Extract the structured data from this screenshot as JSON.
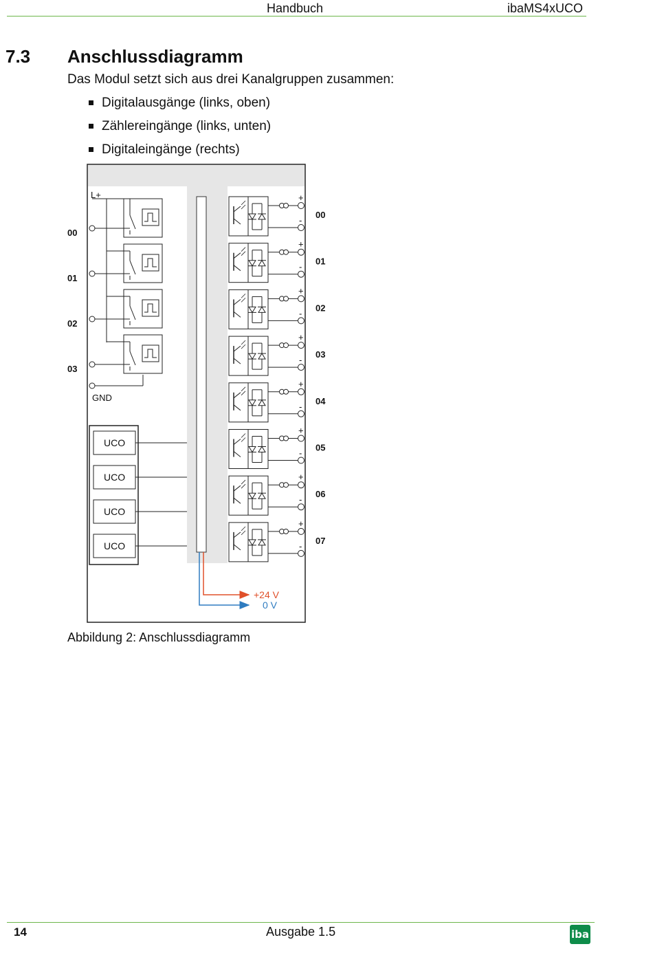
{
  "header": {
    "center": "Handbuch",
    "right": "ibaMS4xUCO"
  },
  "section": {
    "number": "7.3",
    "title": "Anschlussdiagramm"
  },
  "intro": "Das Modul setzt sich aus drei Kanalgruppen zusammen:",
  "bullets": [
    "Digitalausgänge (links, oben)",
    "Zählereingänge (links, unten)",
    "Digitaleingänge (rechts)"
  ],
  "diagram": {
    "lplus": "L+",
    "gnd": "GND",
    "left_channels": [
      "00",
      "01",
      "02",
      "03"
    ],
    "uco_labels": [
      "UCO",
      "UCO",
      "UCO",
      "UCO"
    ],
    "right_channels": [
      "00",
      "01",
      "02",
      "03",
      "04",
      "05",
      "06",
      "07"
    ],
    "plus_sign": "+",
    "minus_sign": "-",
    "supply_plus": "+24 V",
    "supply_zero": "0 V",
    "colors": {
      "supply_plus": "#e0502a",
      "supply_zero": "#2f7cc0",
      "accent": "#6cb54a"
    }
  },
  "caption": {
    "label": "Abbildung 2:",
    "text": "Anschlussdiagramm"
  },
  "footer": {
    "page": "14",
    "edition": "Ausgabe 1.5",
    "logo_text": "iba"
  }
}
